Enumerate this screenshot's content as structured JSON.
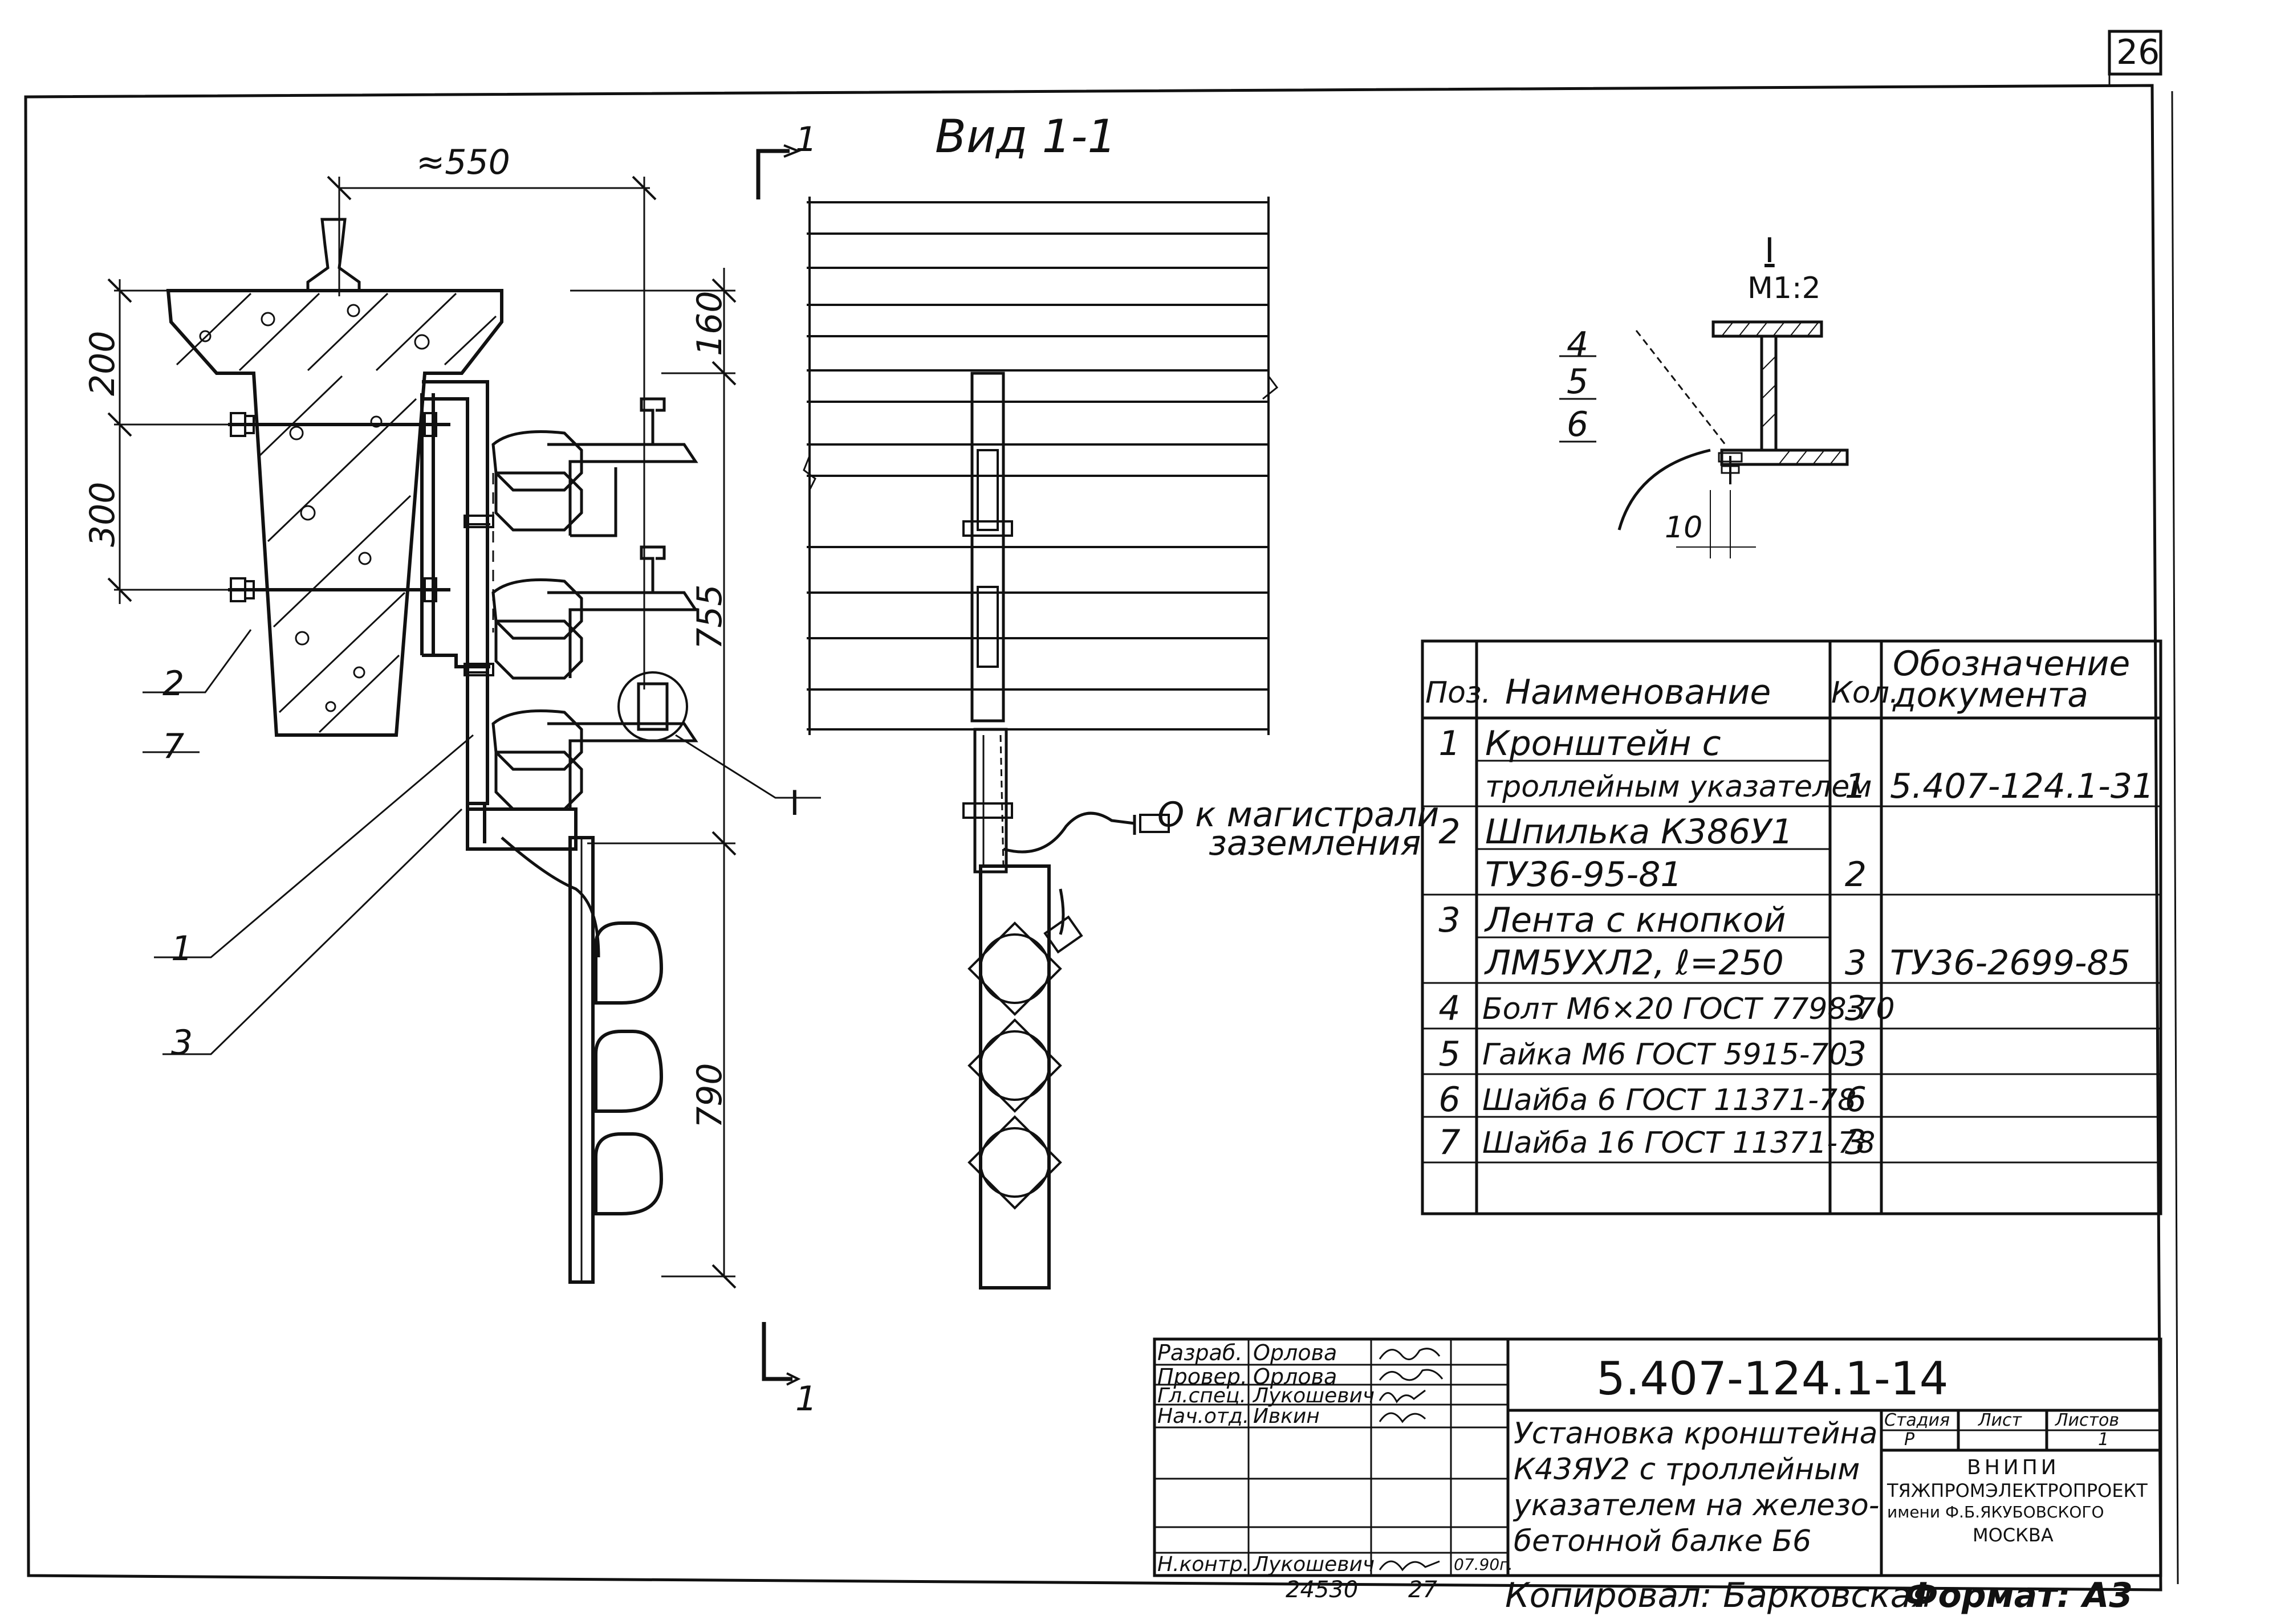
{
  "sheet": {
    "page_number": "26",
    "view_title": "Вид 1-1",
    "section_mark_top": "1",
    "section_mark_bottom": "1",
    "detail_mark": "I",
    "detail_title": "I",
    "detail_scale": "М1:2",
    "detail_labels": [
      "4",
      "5",
      "6"
    ],
    "detail_dim": "10",
    "ground_note_line1": "О к магистрали",
    "ground_note_line2": "заземления",
    "callouts": [
      "2",
      "7",
      "1",
      "3"
    ]
  },
  "dimensions": {
    "top_width": "≈550",
    "left_200": "200",
    "left_300": "300",
    "right_160": "160",
    "right_755": "755",
    "right_790": "790"
  },
  "spec_table": {
    "headers": {
      "pos": "Поз.",
      "name": "Наименование",
      "qty": "Кол.",
      "doc_line1": "Обозначение",
      "doc_line2": "документа"
    },
    "rows": [
      {
        "pos": "1",
        "name": "Кронштейн с",
        "qty": "",
        "doc": ""
      },
      {
        "pos": "",
        "name": "троллейным указателем",
        "qty": "1",
        "doc": "5.407-124.1-31"
      },
      {
        "pos": "2",
        "name": "Шпилька К386У1",
        "qty": "",
        "doc": ""
      },
      {
        "pos": "",
        "name": "ТУ36-95-81",
        "qty": "2",
        "doc": ""
      },
      {
        "pos": "3",
        "name": "Лента с кнопкой",
        "qty": "",
        "doc": ""
      },
      {
        "pos": "",
        "name": "ЛМ5УХЛ2, ℓ=250",
        "qty": "3",
        "doc": "ТУ36-2699-85"
      },
      {
        "pos": "4",
        "name": "Болт М6×20 ГОСТ 7798-70",
        "qty": "3",
        "doc": ""
      },
      {
        "pos": "5",
        "name": "Гайка М6 ГОСТ 5915-70",
        "qty": "3",
        "doc": ""
      },
      {
        "pos": "6",
        "name": "Шайба 6 ГОСТ 11371-78",
        "qty": "6",
        "doc": ""
      },
      {
        "pos": "7",
        "name": "Шайба 16 ГОСТ 11371-78",
        "qty": "3",
        "doc": ""
      },
      {
        "pos": "",
        "name": "",
        "qty": "",
        "doc": ""
      }
    ]
  },
  "title_block": {
    "signatures": [
      {
        "role": "Разраб.",
        "name": "Орлова"
      },
      {
        "role": "Провер.",
        "name": "Орлова"
      },
      {
        "role": "Гл.спец.",
        "name": "Лукошевич"
      },
      {
        "role": "Нач.отд.",
        "name": "Ивкин"
      },
      {
        "role": "",
        "name": ""
      },
      {
        "role": "",
        "name": ""
      },
      {
        "role": "",
        "name": ""
      },
      {
        "role": "Н.контр.",
        "name": "Лукошевич"
      }
    ],
    "date": "07.90г.",
    "doc_code": "5.407-124.1-14",
    "description_lines": [
      "Установка кронштейна",
      "К43ЯУ2 с троллейным",
      "указателем на железо-",
      "бетонной балке Б6"
    ],
    "stage_header": "Стадия",
    "sheet_header": "Лист",
    "sheets_header": "Листов",
    "stage": "Р",
    "sheet": "",
    "sheets": "1",
    "org_lines": [
      "ВНИПИ",
      "ТЯЖПРОМЭЛЕКТРОПРОЕКТ",
      "имени Ф.Б.ЯКУБОВСКОГО",
      "МОСКВА"
    ]
  },
  "footer": {
    "inv_number": "24530",
    "inv_sheet": "27",
    "copied_by": "Копировал: Барковская",
    "format": "Формат: А3"
  }
}
